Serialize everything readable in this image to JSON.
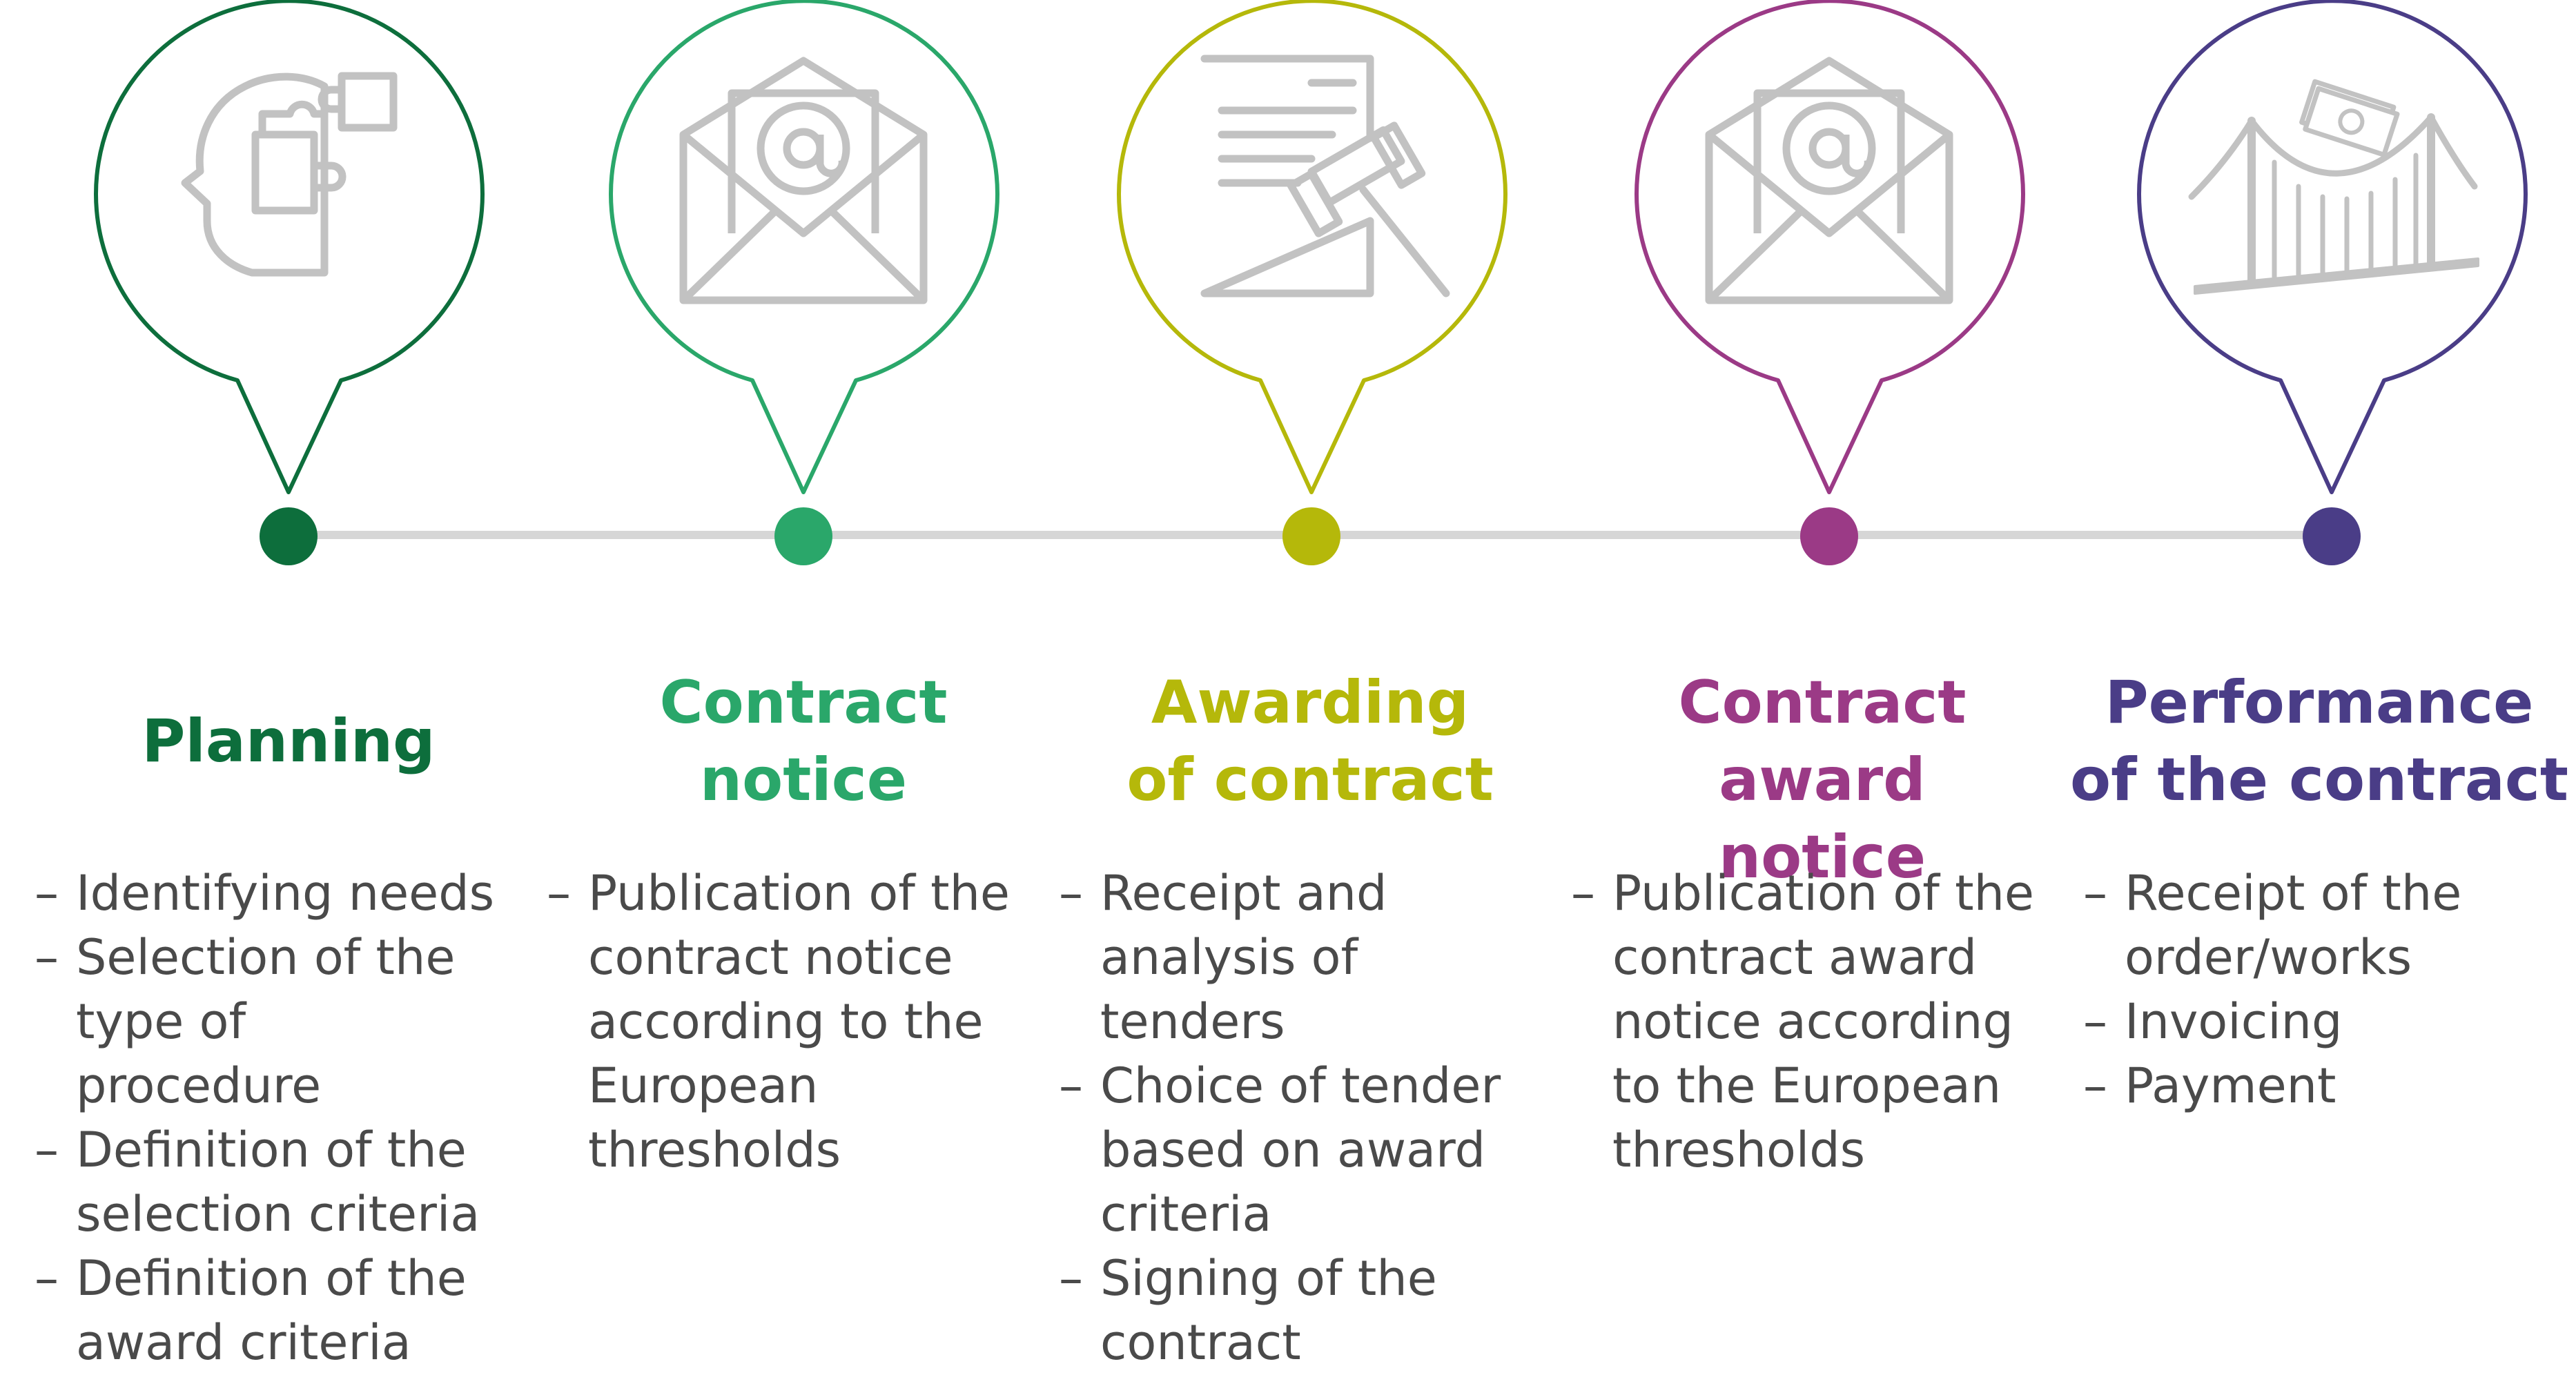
{
  "stages": [
    {
      "title_lines": [
        "Planning"
      ],
      "color": "#0d6e3c",
      "icon": "head-puzzle-icon",
      "items": [
        "Identifying needs",
        "Selection of the type of procedure",
        "Definition of the selection criteria",
        "Definition of the award criteria"
      ]
    },
    {
      "title_lines": [
        "Contract",
        "notice"
      ],
      "color": "#2aa76a",
      "icon": "email-envelope-icon",
      "items": [
        "Publication of the contract notice according to the European thresholds"
      ]
    },
    {
      "title_lines": [
        "Awarding",
        "of contract"
      ],
      "color": "#b5b80a",
      "icon": "document-gavel-icon",
      "items": [
        "Receipt and analysis of tenders",
        "Choice of tender based on award criteria",
        "Signing of the contract"
      ]
    },
    {
      "title_lines": [
        "Contract award",
        "notice"
      ],
      "color": "#9b3a86",
      "icon": "email-envelope-icon",
      "items": [
        "Publication of the contract award notice according to the European thresholds"
      ]
    },
    {
      "title_lines": [
        "Performance",
        "of the contract"
      ],
      "color": "#4a3d87",
      "icon": "bridge-money-icon",
      "items": [
        "Receipt of the order/works",
        "Invoicing",
        "Payment"
      ]
    }
  ]
}
